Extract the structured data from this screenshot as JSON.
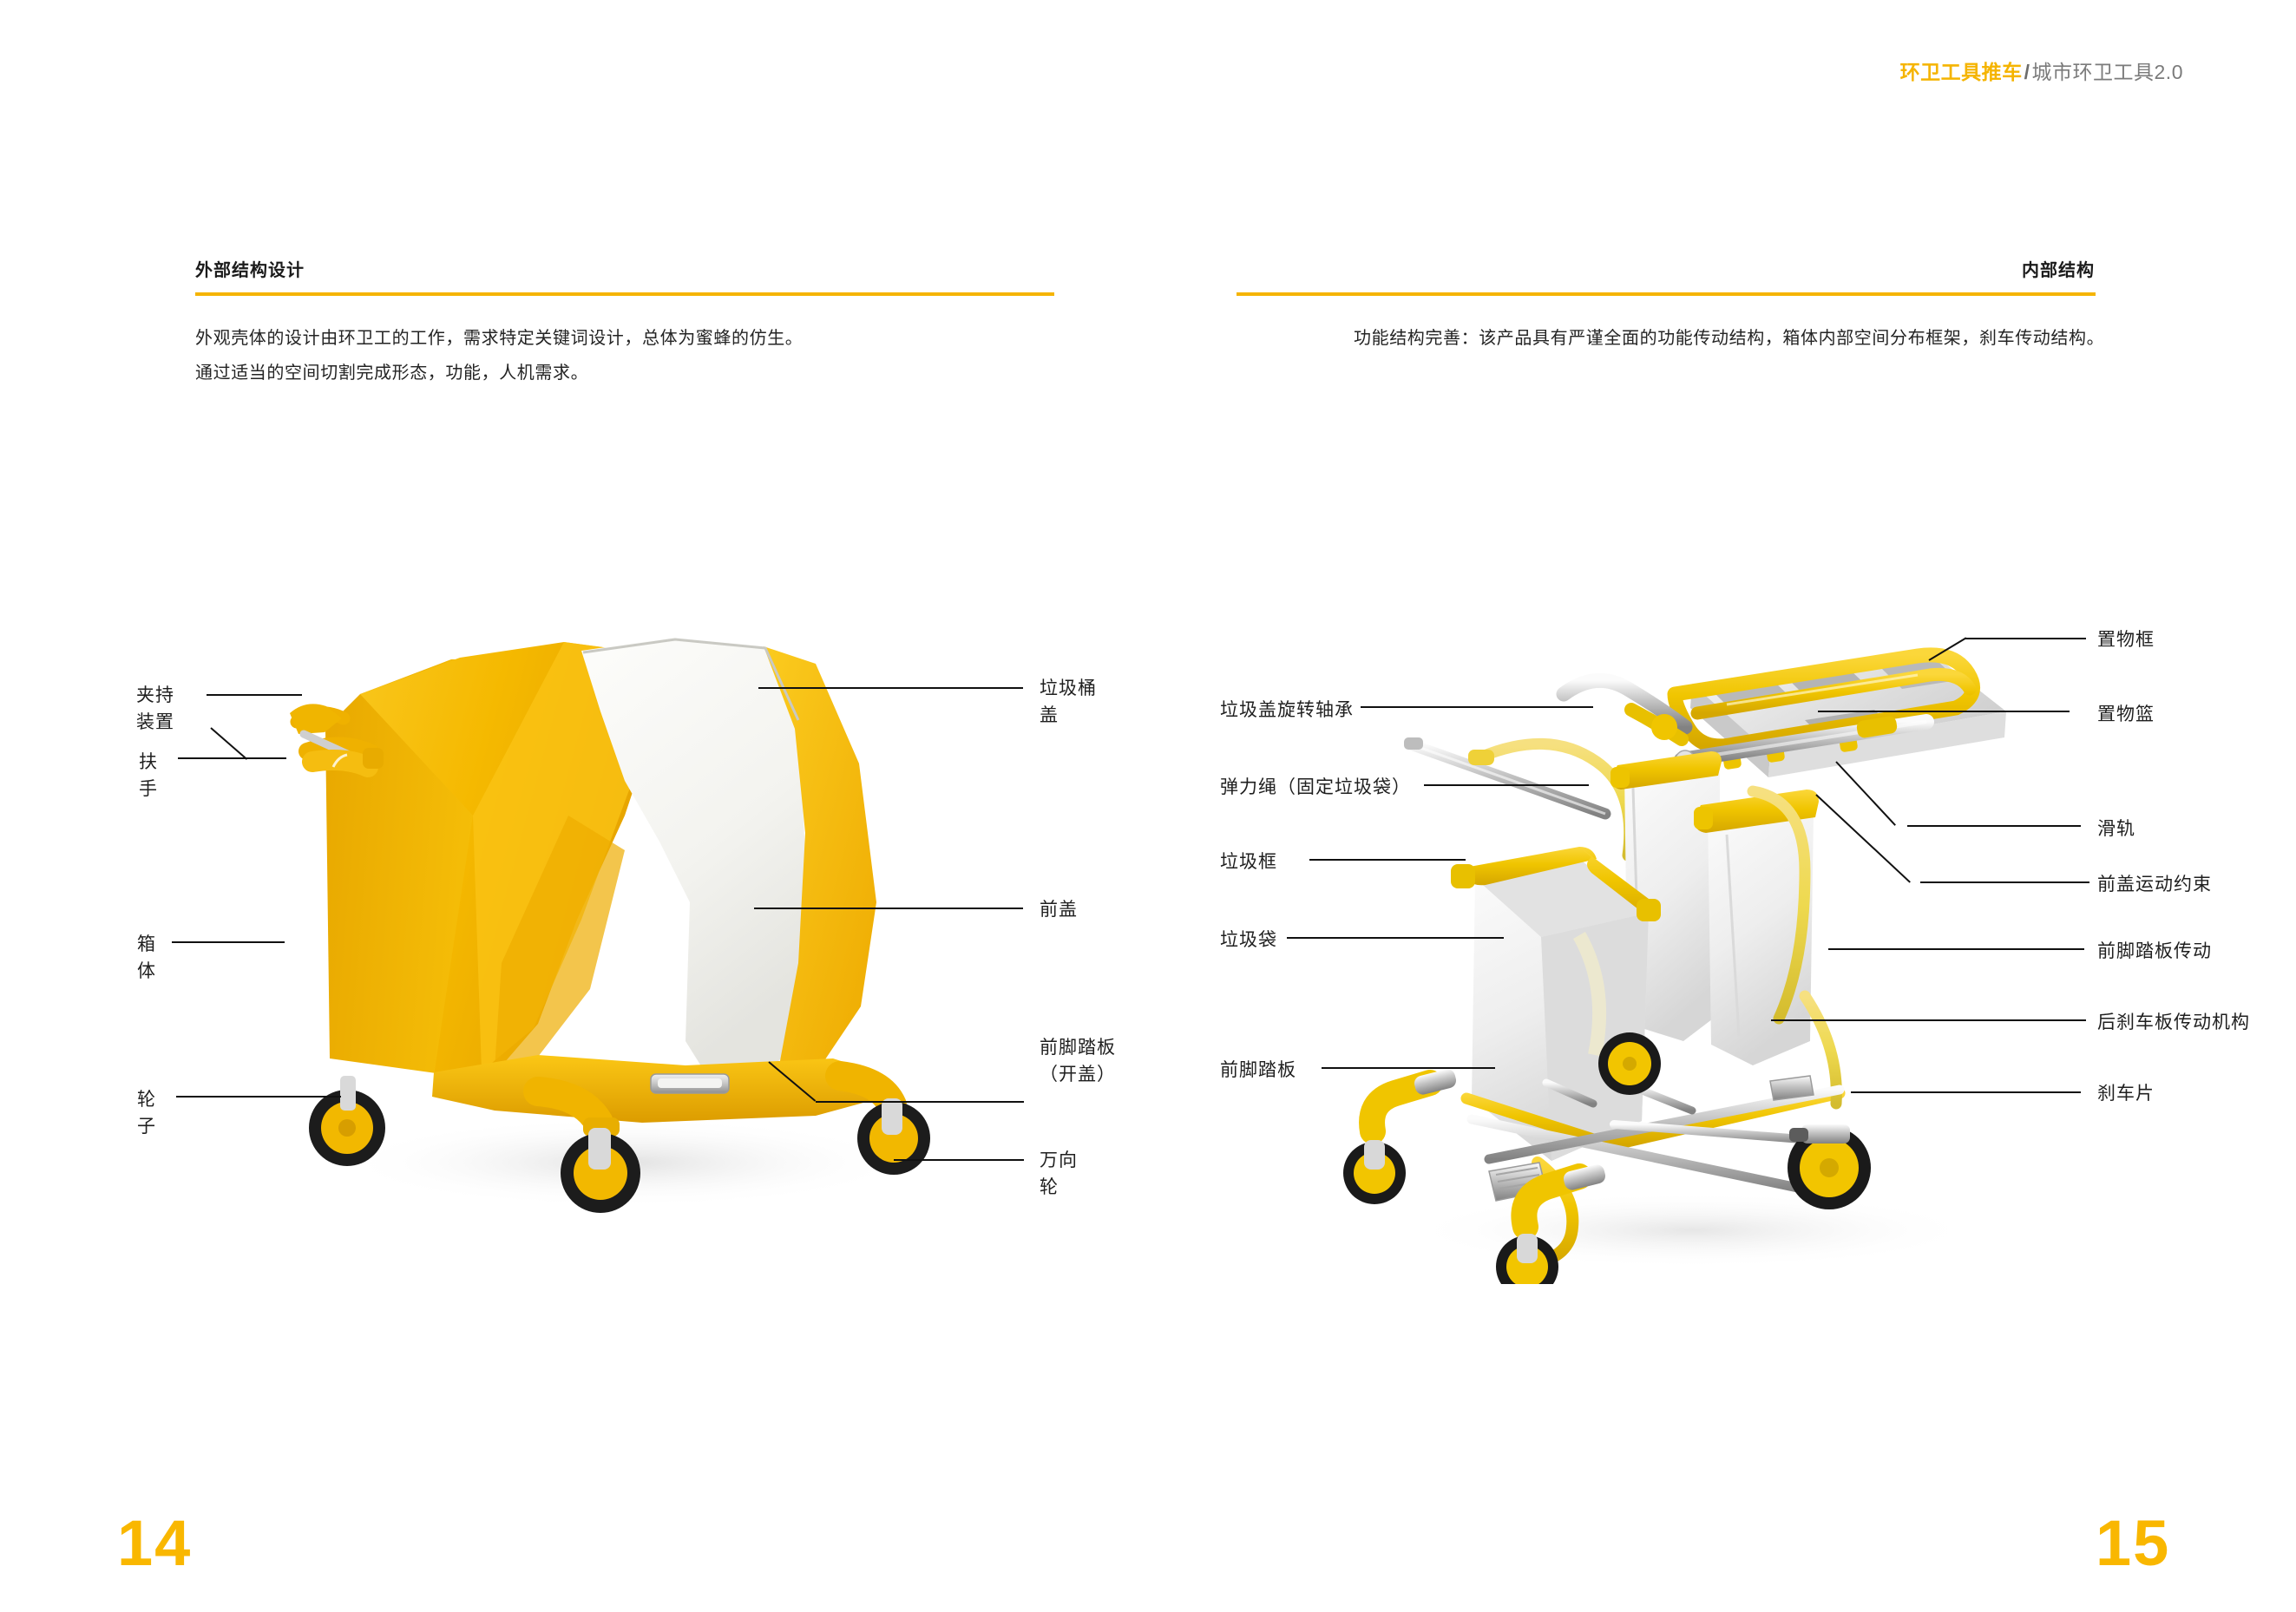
{
  "header": {
    "title_highlight": "环卫工具推车",
    "separator": "/",
    "subtitle": "城市环卫工具2.0"
  },
  "left_page": {
    "section_title": "外部结构设计",
    "body_line_1": "外观壳体的设计由环卫工的工作，需求特定关键词设计，总体为蜜蜂的仿生。",
    "body_line_2": "通过适当的空间切割完成形态，功能，人机需求。",
    "page_number": "14",
    "callouts_left": [
      {
        "text": "夹持\n装置"
      },
      {
        "text": "扶\n手"
      },
      {
        "text": "箱\n体"
      },
      {
        "text": "轮\n子"
      }
    ],
    "callouts_right": [
      {
        "text": "垃圾桶\n盖"
      },
      {
        "text": "前盖"
      },
      {
        "text": "前脚踏板\n（开盖）"
      },
      {
        "text": "万向\n轮"
      }
    ]
  },
  "right_page": {
    "section_title": "内部结构",
    "body_line_1": "功能结构完善：该产品具有严谨全面的功能传动结构，箱体内部空间分布框架，刹车传动结构。",
    "page_number": "15",
    "callouts_left": [
      {
        "text": "垃圾盖旋转轴承"
      },
      {
        "text": "弹力绳（固定垃圾袋）"
      },
      {
        "text": "垃圾框"
      },
      {
        "text": "垃圾袋"
      },
      {
        "text": "前脚踏板"
      }
    ],
    "callouts_right": [
      {
        "text": "置物框"
      },
      {
        "text": "置物篮"
      },
      {
        "text": "滑轨"
      },
      {
        "text": "前盖运动约束"
      },
      {
        "text": "前脚踏板传动"
      },
      {
        "text": "后刹车板传动机构"
      },
      {
        "text": "刹车片"
      }
    ]
  },
  "colors": {
    "accent_yellow": "#f5b400",
    "folio_yellow": "#f9b700",
    "product_yellow": "#f7c200",
    "product_yellow_dark": "#e0a400",
    "leader_line": "#111111",
    "text": "#1f1f1f",
    "subtitle_gray": "#7b7b7b",
    "background": "#ffffff"
  }
}
